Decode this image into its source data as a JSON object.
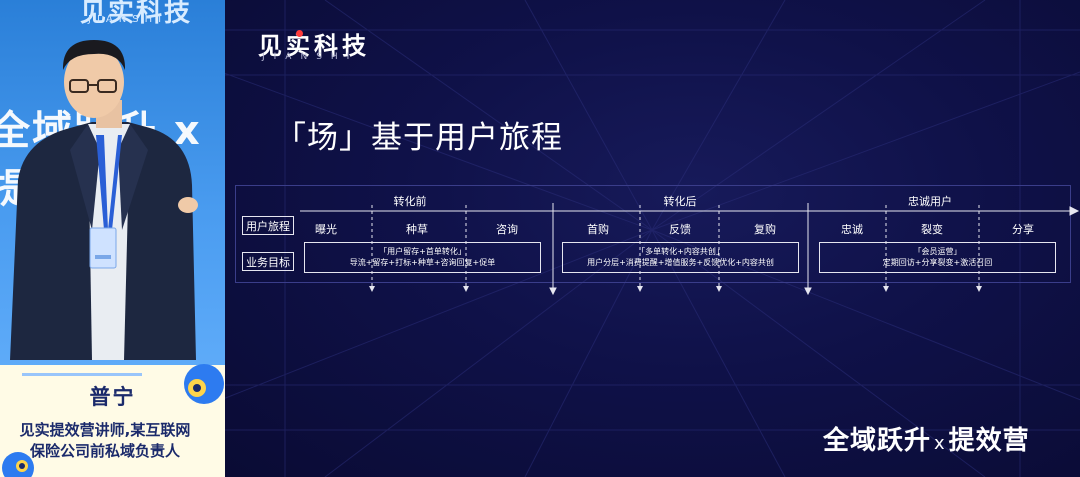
{
  "left_panel": {
    "bg_brand": "见实科技",
    "bg_brand_sub": "JIANSHI",
    "bg_slogan": "全域跃升 x 提"
  },
  "caption": {
    "name": "普宁",
    "role_line1": "见实提效营讲师,某互联网",
    "role_line2": "保险公司前私域负责人"
  },
  "slide": {
    "brand": "见实科技",
    "brand_sub": "JIANSHI",
    "title": "「场」基于用户旅程",
    "footer_left": "全域跃升",
    "footer_x": "x",
    "footer_right": "提效营"
  },
  "diagram": {
    "row_labels": [
      "用户旅程",
      "业务目标"
    ],
    "phases": [
      "转化前",
      "转化后",
      "忠诚用户"
    ],
    "stages": [
      "曝光",
      "种草",
      "咨询",
      "首购",
      "反馈",
      "复购",
      "忠诚",
      "裂变",
      "分享"
    ],
    "goals": [
      {
        "title": "「用户留存+首单转化」",
        "items": "导流+留存+打标+种草+咨询回复+促单"
      },
      {
        "title": "「多单转化+内容共创」",
        "items": "用户分层+消费提醒+增值服务+反馈优化+内容共创"
      },
      {
        "title": "「会员运营」",
        "items": "定期回访+分享裂变+激活召回"
      }
    ]
  }
}
